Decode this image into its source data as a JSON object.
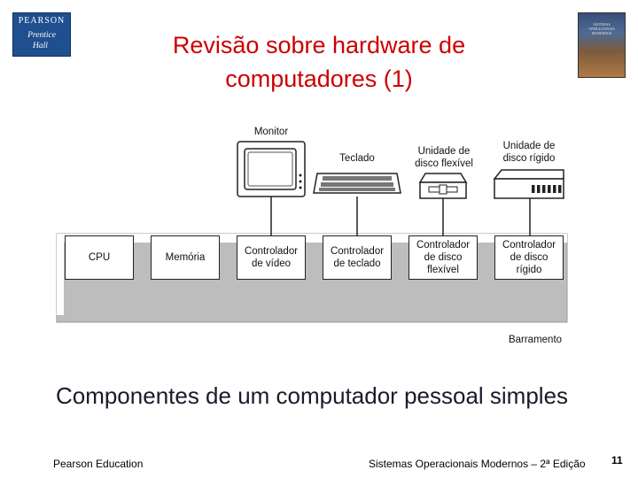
{
  "header": {
    "logo": {
      "brand": "PEARSON",
      "line1": "Prentice",
      "line2": "Hall"
    },
    "cover_title": "SISTEMAS OPERACIONAIS MODERNOS",
    "title_line1": "Revisão sobre hardware de",
    "title_line2": "computadores (1)"
  },
  "diagram": {
    "devices": {
      "monitor": "Monitor",
      "keyboard": "Teclado",
      "floppy": "Unidade de\ndisco flexível",
      "harddisk": "Unidade de\ndisco rígido"
    },
    "boxes": {
      "cpu": "CPU",
      "memory": "Memória",
      "video_ctrl": "Controlador\nde vídeo",
      "keyboard_ctrl": "Controlador\nde teclado",
      "floppy_ctrl": "Controlador\nde disco\nflexível",
      "disk_ctrl": "Controlador\nde disco\nrígido"
    },
    "bus_label": "Barramento"
  },
  "caption": "Componentes de um computador pessoal simples",
  "footer": {
    "left": "Pearson Education",
    "right": "Sistemas Operacionais Modernos – 2ª Edição",
    "page_number": "11"
  }
}
